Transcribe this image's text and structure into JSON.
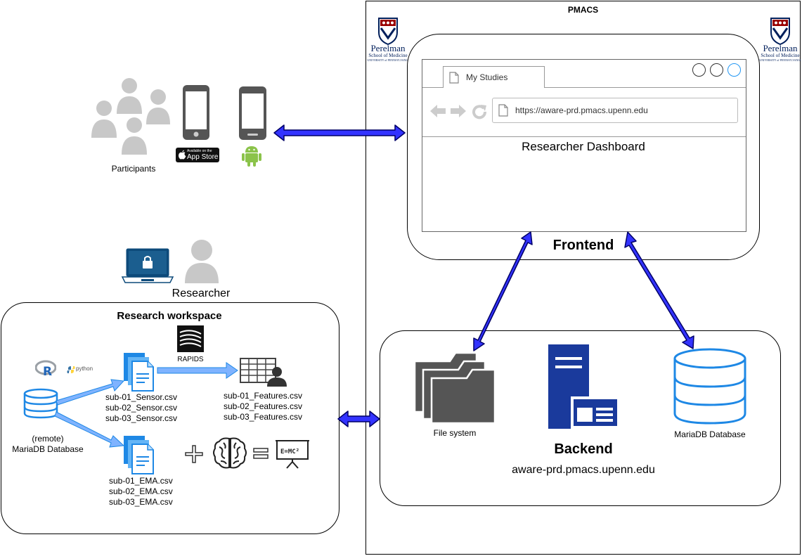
{
  "pmacs": {
    "title": "PMACS"
  },
  "logo": {
    "line1": "Perelman",
    "line2": "School of Medicine",
    "line3": "UNIVERSITY of PENNSYLVANIA"
  },
  "browser": {
    "tab_label": "My Studies",
    "url": "https://aware-prd.pmacs.upenn.edu",
    "dashboard_label": "Researcher Dashboard"
  },
  "frontend": {
    "label": "Frontend"
  },
  "participants": {
    "label": "Participants",
    "app_store_small": "Available on the",
    "app_store_big": "App Store"
  },
  "researcher": {
    "label": "Researcher"
  },
  "workspace": {
    "title": "Research workspace",
    "rapids_label": "RAPIDS",
    "python_label": "python",
    "r_label": "R",
    "db_label_1": "(remote)",
    "db_label_2": "MariaDB Database",
    "sensor_files": [
      "sub-01_Sensor.csv",
      "sub-02_Sensor.csv",
      "sub-03_Sensor.csv"
    ],
    "feature_files": [
      "sub-01_Features.csv",
      "sub-02_Features.csv",
      "sub-03_Features.csv"
    ],
    "ema_files": [
      "sub-01_EMA.csv",
      "sub-02_EMA.csv",
      "sub-03_EMA.csv"
    ],
    "board_formula": "E=MC²"
  },
  "backend": {
    "label": "Backend",
    "host": "aware-prd.pmacs.upenn.edu",
    "filesystem_label": "File system",
    "db_label": "MariaDB Database"
  },
  "colors": {
    "arrow_blue": "#3333ff",
    "arrow_dark": "#000066",
    "icon_blue": "#1a3a9c",
    "db_blue": "#1e88e5",
    "logo_navy": "#011f5b",
    "logo_red": "#990000"
  }
}
